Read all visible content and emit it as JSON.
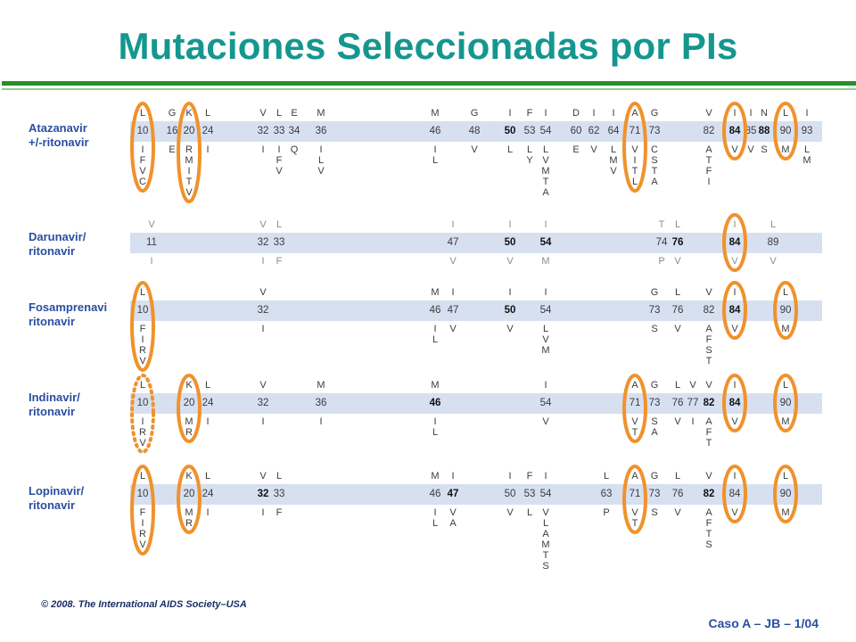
{
  "title": "Mutaciones Seleccionadas por PIs",
  "footer": {
    "copyright": "© 2008. The International AIDS Society–USA",
    "slide_ref": "Caso A – JB – 1/04"
  },
  "colors": {
    "title": "#14978f",
    "labels": "#2a4ea0",
    "band": "#d6e0f0",
    "highlight_ellipse": "#f0922b",
    "rule": "#2a8f2a"
  },
  "drugs": [
    {
      "label": [
        "Atazanavir",
        "+/-ritonavir"
      ],
      "positions": [
        {
          "pos": "10",
          "above": "L",
          "below": [
            "I",
            "F",
            "V",
            "C"
          ]
        },
        {
          "pos": "16",
          "above": "G",
          "below": [
            "E"
          ]
        },
        {
          "pos": "20",
          "above": "K",
          "below": [
            "R",
            "M",
            "I",
            "T",
            "V"
          ]
        },
        {
          "pos": "24",
          "above": "L",
          "below": [
            "I"
          ]
        },
        {
          "pos": "32",
          "above": "V",
          "below": [
            "I"
          ]
        },
        {
          "pos": "33",
          "above": "L",
          "below": [
            "I",
            "F",
            "V"
          ]
        },
        {
          "pos": "34",
          "above": "E",
          "below": [
            "Q"
          ]
        },
        {
          "pos": "36",
          "above": "M",
          "below": [
            "I",
            "L",
            "V"
          ]
        },
        {
          "pos": "46",
          "above": "M",
          "below": [
            "I",
            "L"
          ]
        },
        {
          "pos": "48",
          "above": "G",
          "below": [
            "V"
          ]
        },
        {
          "pos": "50",
          "above": "I",
          "below": [
            "L"
          ],
          "major": true
        },
        {
          "pos": "53",
          "above": "F",
          "below": [
            "L",
            "Y"
          ]
        },
        {
          "pos": "54",
          "above": "I",
          "below": [
            "L",
            "V",
            "M",
            "T",
            "A"
          ]
        },
        {
          "pos": "60",
          "above": "D",
          "below": [
            "E"
          ]
        },
        {
          "pos": "62",
          "above": "I",
          "below": [
            "V"
          ]
        },
        {
          "pos": "64",
          "above": "I",
          "below": [
            "L",
            "M",
            "V"
          ]
        },
        {
          "pos": "71",
          "above": "A",
          "below": [
            "V",
            "I",
            "T",
            "L"
          ]
        },
        {
          "pos": "73",
          "above": "G",
          "below": [
            "C",
            "S",
            "T",
            "A"
          ]
        },
        {
          "pos": "82",
          "above": "V",
          "below": [
            "A",
            "T",
            "F",
            "I"
          ]
        },
        {
          "pos": "84",
          "above": "I",
          "below": [
            "V"
          ],
          "major": true
        },
        {
          "pos": "85",
          "above": "I",
          "below": [
            "V"
          ]
        },
        {
          "pos": "88",
          "above": "N",
          "below": [
            "S"
          ],
          "major": true
        },
        {
          "pos": "90",
          "above": "L",
          "below": [
            "M"
          ]
        },
        {
          "pos": "93",
          "above": "I",
          "below": [
            "L",
            "M"
          ]
        }
      ]
    },
    {
      "label": [
        "Darunavir/",
        "ritonavir"
      ],
      "faint": true,
      "positions": [
        {
          "pos": "11",
          "above": "V",
          "below": [
            "I"
          ]
        },
        {
          "pos": "32",
          "above": "V",
          "below": [
            "I"
          ]
        },
        {
          "pos": "33",
          "above": "L",
          "below": [
            "F"
          ]
        },
        {
          "pos": "47",
          "above": "I",
          "below": [
            "V"
          ]
        },
        {
          "pos": "50",
          "above": "I",
          "below": [
            "V"
          ],
          "major": true
        },
        {
          "pos": "54",
          "above": "I",
          "below": [
            "M"
          ],
          "major": true
        },
        {
          "pos": "74",
          "above": "T",
          "below": [
            "P"
          ]
        },
        {
          "pos": "76",
          "above": "L",
          "below": [
            "V"
          ],
          "major": true
        },
        {
          "pos": "84",
          "above": "I",
          "below": [
            "V"
          ],
          "major": true
        },
        {
          "pos": "89",
          "above": "L",
          "below": [
            "V"
          ]
        }
      ]
    },
    {
      "label": [
        "Fosamprenavi",
        "ritonavir"
      ],
      "positions": [
        {
          "pos": "10",
          "above": "L",
          "below": [
            "F",
            "I",
            "R",
            "V"
          ]
        },
        {
          "pos": "32",
          "above": "V",
          "below": [
            "I"
          ]
        },
        {
          "pos": "46",
          "above": "M",
          "below": [
            "I",
            "L"
          ]
        },
        {
          "pos": "47",
          "above": "I",
          "below": [
            "V"
          ]
        },
        {
          "pos": "50",
          "above": "I",
          "below": [
            "V"
          ],
          "major": true
        },
        {
          "pos": "54",
          "above": "I",
          "below": [
            "L",
            "V",
            "M"
          ]
        },
        {
          "pos": "73",
          "above": "G",
          "below": [
            "S"
          ]
        },
        {
          "pos": "76",
          "above": "L",
          "below": [
            "V"
          ]
        },
        {
          "pos": "82",
          "above": "V",
          "below": [
            "A",
            "F",
            "S",
            "T"
          ]
        },
        {
          "pos": "84",
          "above": "I",
          "below": [
            "V"
          ],
          "major": true
        },
        {
          "pos": "90",
          "above": "L",
          "below": [
            "M"
          ]
        }
      ]
    },
    {
      "label": [
        "Indinavir/",
        "ritonavir"
      ],
      "positions": [
        {
          "pos": "10",
          "above": "L",
          "below": [
            "I",
            "R",
            "V"
          ]
        },
        {
          "pos": "20",
          "above": "K",
          "below": [
            "M",
            "R"
          ]
        },
        {
          "pos": "24",
          "above": "L",
          "below": [
            "I"
          ]
        },
        {
          "pos": "32",
          "above": "V",
          "below": [
            "I"
          ]
        },
        {
          "pos": "36",
          "above": "M",
          "below": [
            "I"
          ]
        },
        {
          "pos": "46",
          "above": "M",
          "below": [
            "I",
            "L"
          ],
          "major": true
        },
        {
          "pos": "54",
          "above": "I",
          "below": [
            "V"
          ]
        },
        {
          "pos": "71",
          "above": "A",
          "below": [
            "V",
            "T"
          ]
        },
        {
          "pos": "73",
          "above": "G",
          "below": [
            "S",
            "A"
          ]
        },
        {
          "pos": "76",
          "above": "L",
          "below": [
            "V"
          ]
        },
        {
          "pos": "77",
          "above": "V",
          "below": [
            "I"
          ]
        },
        {
          "pos": "82",
          "above": "V",
          "below": [
            "A",
            "F",
            "T"
          ],
          "major": true
        },
        {
          "pos": "84",
          "above": "I",
          "below": [
            "V"
          ],
          "major": true
        },
        {
          "pos": "90",
          "above": "L",
          "below": [
            "M"
          ]
        }
      ]
    },
    {
      "label": [
        "Lopinavir/",
        "ritonavir"
      ],
      "positions": [
        {
          "pos": "10",
          "above": "L",
          "below": [
            "F",
            "I",
            "R",
            "V"
          ]
        },
        {
          "pos": "20",
          "above": "K",
          "below": [
            "M",
            "R"
          ]
        },
        {
          "pos": "24",
          "above": "L",
          "below": [
            "I"
          ]
        },
        {
          "pos": "32",
          "above": "V",
          "below": [
            "I"
          ],
          "major": true
        },
        {
          "pos": "33",
          "above": "L",
          "below": [
            "F"
          ]
        },
        {
          "pos": "46",
          "above": "M",
          "below": [
            "I",
            "L"
          ]
        },
        {
          "pos": "47",
          "above": "I",
          "below": [
            "V",
            "A"
          ],
          "major": true
        },
        {
          "pos": "50",
          "above": "I",
          "below": [
            "V"
          ]
        },
        {
          "pos": "53",
          "above": "F",
          "below": [
            "L"
          ]
        },
        {
          "pos": "54",
          "above": "I",
          "below": [
            "V",
            "L",
            "A",
            "M",
            "T",
            "S"
          ]
        },
        {
          "pos": "63",
          "above": "L",
          "below": [
            "P"
          ]
        },
        {
          "pos": "71",
          "above": "A",
          "below": [
            "V",
            "T"
          ]
        },
        {
          "pos": "73",
          "above": "G",
          "below": [
            "S"
          ]
        },
        {
          "pos": "76",
          "above": "L",
          "below": [
            "V"
          ]
        },
        {
          "pos": "82",
          "above": "V",
          "below": [
            "A",
            "F",
            "T",
            "S"
          ],
          "major": true
        },
        {
          "pos": "84",
          "above": "I",
          "below": [
            "V"
          ]
        },
        {
          "pos": "90",
          "above": "L",
          "below": [
            "M"
          ]
        }
      ]
    }
  ],
  "highlights": [
    {
      "drug": 0,
      "pos": "10"
    },
    {
      "drug": 0,
      "pos": "20"
    },
    {
      "drug": 0,
      "pos": "71"
    },
    {
      "drug": 0,
      "pos": "84"
    },
    {
      "drug": 0,
      "pos": "90"
    },
    {
      "drug": 1,
      "pos": "84"
    },
    {
      "drug": 2,
      "pos": "10"
    },
    {
      "drug": 2,
      "pos": "84"
    },
    {
      "drug": 2,
      "pos": "90"
    },
    {
      "drug": 3,
      "pos": "10",
      "dashed": true
    },
    {
      "drug": 3,
      "pos": "20"
    },
    {
      "drug": 3,
      "pos": "71"
    },
    {
      "drug": 3,
      "pos": "84"
    },
    {
      "drug": 3,
      "pos": "90"
    },
    {
      "drug": 4,
      "pos": "10"
    },
    {
      "drug": 4,
      "pos": "20"
    },
    {
      "drug": 4,
      "pos": "71"
    },
    {
      "drug": 4,
      "pos": "84"
    },
    {
      "drug": 4,
      "pos": "90"
    }
  ]
}
